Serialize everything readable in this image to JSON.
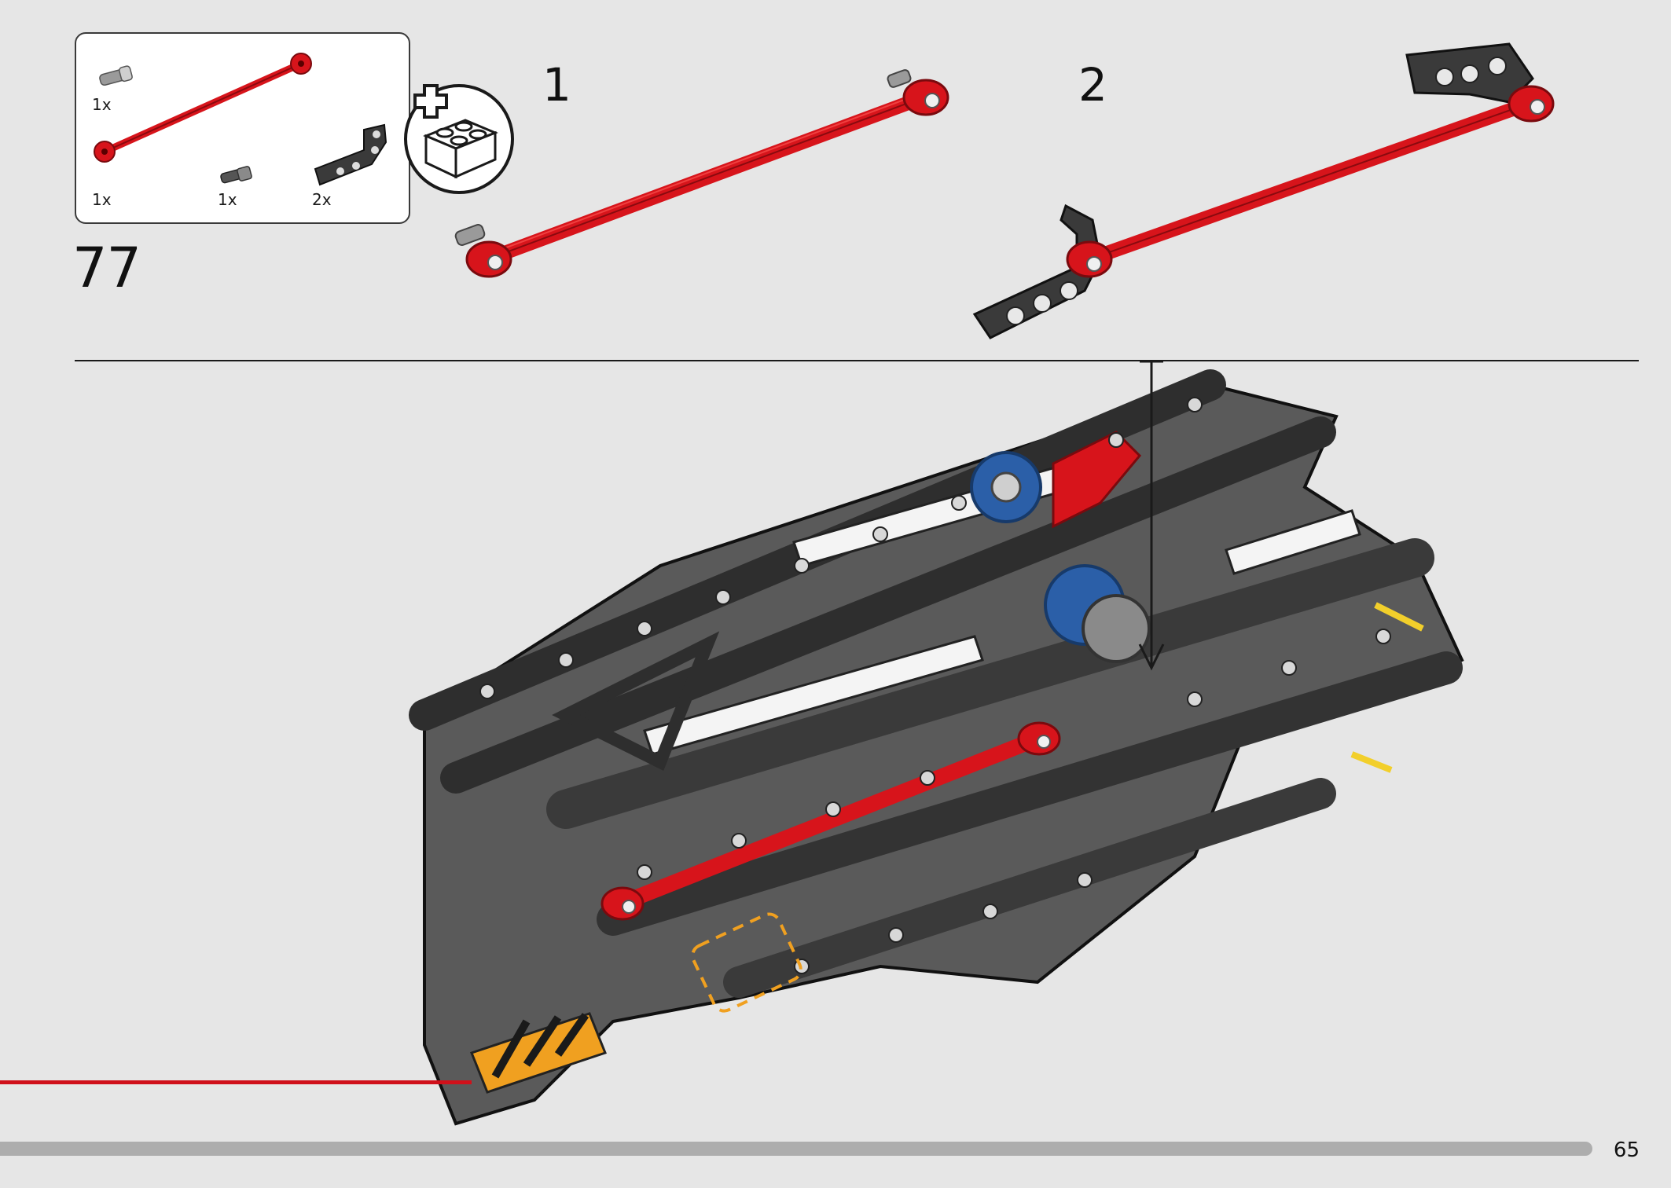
{
  "colors": {
    "background": "#e6e6e6",
    "lego_red": "#d7141b",
    "dark_stone": "#3a3a3a",
    "light_grey": "#b8b8b8",
    "blue": "#2b5fa8",
    "callout_orange": "#f0a020",
    "progress_red": "#d0101a"
  },
  "parts_list": {
    "items": [
      {
        "name": "pin",
        "qty": "1x",
        "icon": "pin-icon"
      },
      {
        "name": "link-rod",
        "qty": "1x",
        "icon": "red-link-icon"
      },
      {
        "name": "axle-pin",
        "qty": "1x",
        "icon": "axle-pin-icon"
      },
      {
        "name": "angled-beam",
        "qty": "2x",
        "icon": "angled-beam-icon"
      }
    ],
    "extra_icon": "add-brick-icon"
  },
  "step": {
    "number": "77",
    "substeps": [
      "1",
      "2"
    ]
  },
  "page": {
    "number": "65"
  }
}
